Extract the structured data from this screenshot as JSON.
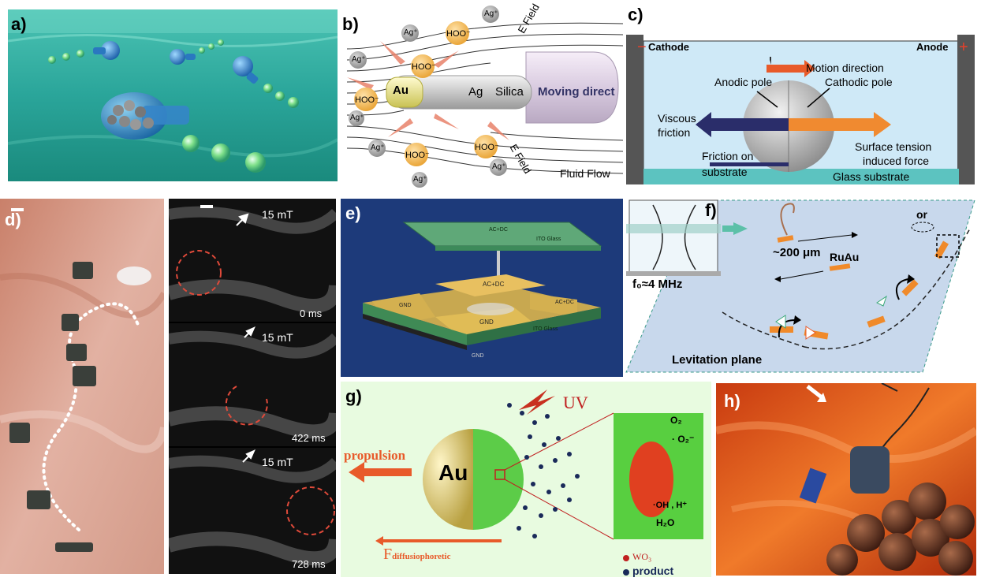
{
  "panels": {
    "a": {
      "label": "a)"
    },
    "b": {
      "label": "b)",
      "ag_ion": "Ag⁺",
      "hoo": "HOO⁻",
      "au": "Au",
      "ag": "Ag",
      "silica": "Silica",
      "moving": "Moving direct",
      "efield": "E Field",
      "fluid_flow": "Fluid Flow"
    },
    "c": {
      "label": "c)",
      "cathode": "Cathode",
      "anode": "Anode",
      "motion_direction": "Motion direction",
      "anodic_pole": "Anodic pole",
      "cathodic_pole": "Cathodic pole",
      "viscous": "Viscous",
      "friction": "friction",
      "friction_on": "Friction on",
      "substrate": "substrate",
      "surface_tension": "Surface tension",
      "induced_force": "induced force",
      "glass_substrate": "Glass substrate"
    },
    "d": {
      "label": "d)",
      "frames": [
        {
          "field": "15 mT",
          "time": "0 ms"
        },
        {
          "field": "15 mT",
          "time": "422 ms"
        },
        {
          "field": "15 mT",
          "time": "728 ms"
        }
      ]
    },
    "e": {
      "label": "e)",
      "top_elec": "AC+DC",
      "top_glass": "ITO Glass",
      "mid_elec": "AC+DC",
      "right_elec": "AC+DC",
      "gnd_left": "GND",
      "gnd_front": "GND",
      "bottom_glass": "ITO Glass",
      "gnd_bottom": "GND"
    },
    "f": {
      "label": "f)",
      "freq": "f₀≈4 MHz",
      "size": "~200 μm",
      "material": "RuAu",
      "or": "or",
      "levitation": "Levitation plane"
    },
    "g": {
      "label": "g)",
      "uv": "UV",
      "propulsion": "propulsion",
      "au": "Au",
      "f_main": "F",
      "f_sub": "diffusiophoretic",
      "o2": "O₂",
      "o2_minus": "· O₂⁻",
      "oh": "·OH , H⁺",
      "h2o": "H₂O",
      "legend_wo3": "WO₃",
      "legend_product": "product"
    },
    "h": {
      "label": "h)"
    }
  }
}
